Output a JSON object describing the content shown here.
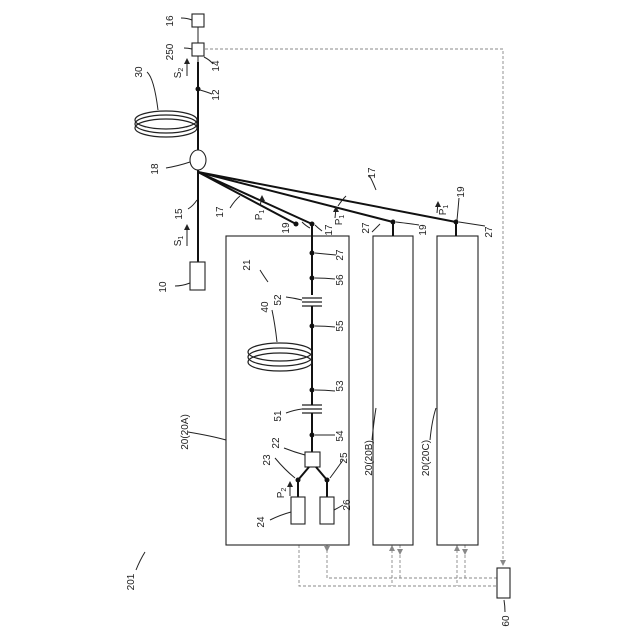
{
  "labels": {
    "l16": "16",
    "l250": "250",
    "l14": "14",
    "l12": "12",
    "l30": "30",
    "l18": "18",
    "l15": "15",
    "l10": "10",
    "l17a": "17",
    "l17b": "17",
    "l17c": "17",
    "l19a": "19",
    "l19b": "19",
    "l19c": "19",
    "l27a": "27",
    "l27b": "27",
    "l27c": "27",
    "l21": "21",
    "l56": "56",
    "l52": "52",
    "l40": "40",
    "l55": "55",
    "l53": "53",
    "l51": "51",
    "l54": "54",
    "l22": "22",
    "l23": "23",
    "l25": "25",
    "l24": "24",
    "l26": "26",
    "l20A": "20(20A)",
    "l20B": "20(20B)",
    "l20C": "20(20C)",
    "l201": "201",
    "l60": "60",
    "s1": "S",
    "s1sub": "1",
    "s2": "S",
    "s2sub": "2",
    "p1a": "P",
    "p1asub": "1",
    "p1b": "P",
    "p1bsub": "1",
    "p1c": "P",
    "p1csub": "1",
    "p2": "P",
    "p2sub": "2"
  }
}
